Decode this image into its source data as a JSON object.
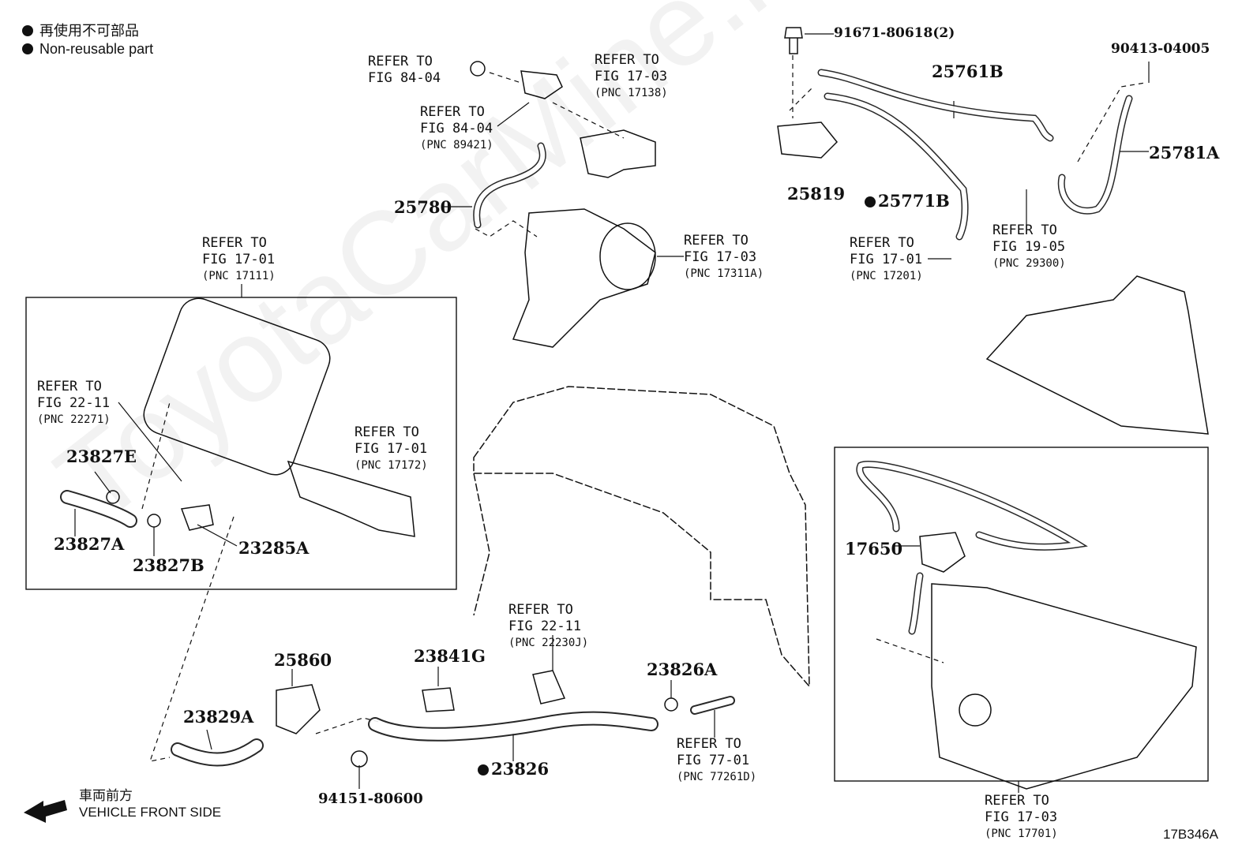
{
  "legend": {
    "japanese": "再使用不可部品",
    "english": "Non-reusable part"
  },
  "direction": {
    "japanese": "車両前方",
    "english": "VEHICLE FRONT SIDE",
    "icon": "arrow-left-icon"
  },
  "illustration_code": "17B346A",
  "watermark": "ToyotaCarMine.ru",
  "references": [
    {
      "lines": [
        "REFER TO",
        "FIG 84-04"
      ],
      "pnc": ""
    },
    {
      "lines": [
        "REFER TO",
        "FIG 84-04"
      ],
      "pnc": "(PNC 89421)"
    },
    {
      "lines": [
        "REFER TO",
        "FIG 17-03"
      ],
      "pnc": "(PNC 17138)"
    },
    {
      "lines": [
        "REFER TO",
        "FIG 17-03"
      ],
      "pnc": "(PNC 17311A)"
    },
    {
      "lines": [
        "REFER TO",
        "FIG 17-01"
      ],
      "pnc": "(PNC 17111)"
    },
    {
      "lines": [
        "REFER TO",
        "FIG 22-11"
      ],
      "pnc": "(PNC 22271)"
    },
    {
      "lines": [
        "REFER TO",
        "FIG 17-01"
      ],
      "pnc": "(PNC 17172)"
    },
    {
      "lines": [
        "REFER TO",
        "FIG 17-01"
      ],
      "pnc": "(PNC 17201)"
    },
    {
      "lines": [
        "REFER TO",
        "FIG 19-05"
      ],
      "pnc": "(PNC 29300)"
    },
    {
      "lines": [
        "REFER TO",
        "FIG 22-11"
      ],
      "pnc": "(PNC 22230J)"
    },
    {
      "lines": [
        "REFER TO",
        "FIG 77-01"
      ],
      "pnc": "(PNC 77261D)"
    },
    {
      "lines": [
        "REFER TO",
        "FIG 17-03"
      ],
      "pnc": "(PNC 17701)"
    }
  ],
  "parts": [
    {
      "number": "91671-80618(2)",
      "non_reusable": false
    },
    {
      "number": "25761B",
      "non_reusable": false
    },
    {
      "number": "90413-04005",
      "non_reusable": false
    },
    {
      "number": "25781A",
      "non_reusable": false
    },
    {
      "number": "25819",
      "non_reusable": false
    },
    {
      "number": "25771B",
      "non_reusable": true
    },
    {
      "number": "25780",
      "non_reusable": false
    },
    {
      "number": "23827E",
      "non_reusable": false
    },
    {
      "number": "23827A",
      "non_reusable": false
    },
    {
      "number": "23827B",
      "non_reusable": false
    },
    {
      "number": "23285A",
      "non_reusable": false
    },
    {
      "number": "17650",
      "non_reusable": false
    },
    {
      "number": "25860",
      "non_reusable": false
    },
    {
      "number": "23829A",
      "non_reusable": false
    },
    {
      "number": "94151-80600",
      "non_reusable": false
    },
    {
      "number": "23841G",
      "non_reusable": false
    },
    {
      "number": "23826A",
      "non_reusable": false
    },
    {
      "number": "23826",
      "non_reusable": true
    }
  ]
}
